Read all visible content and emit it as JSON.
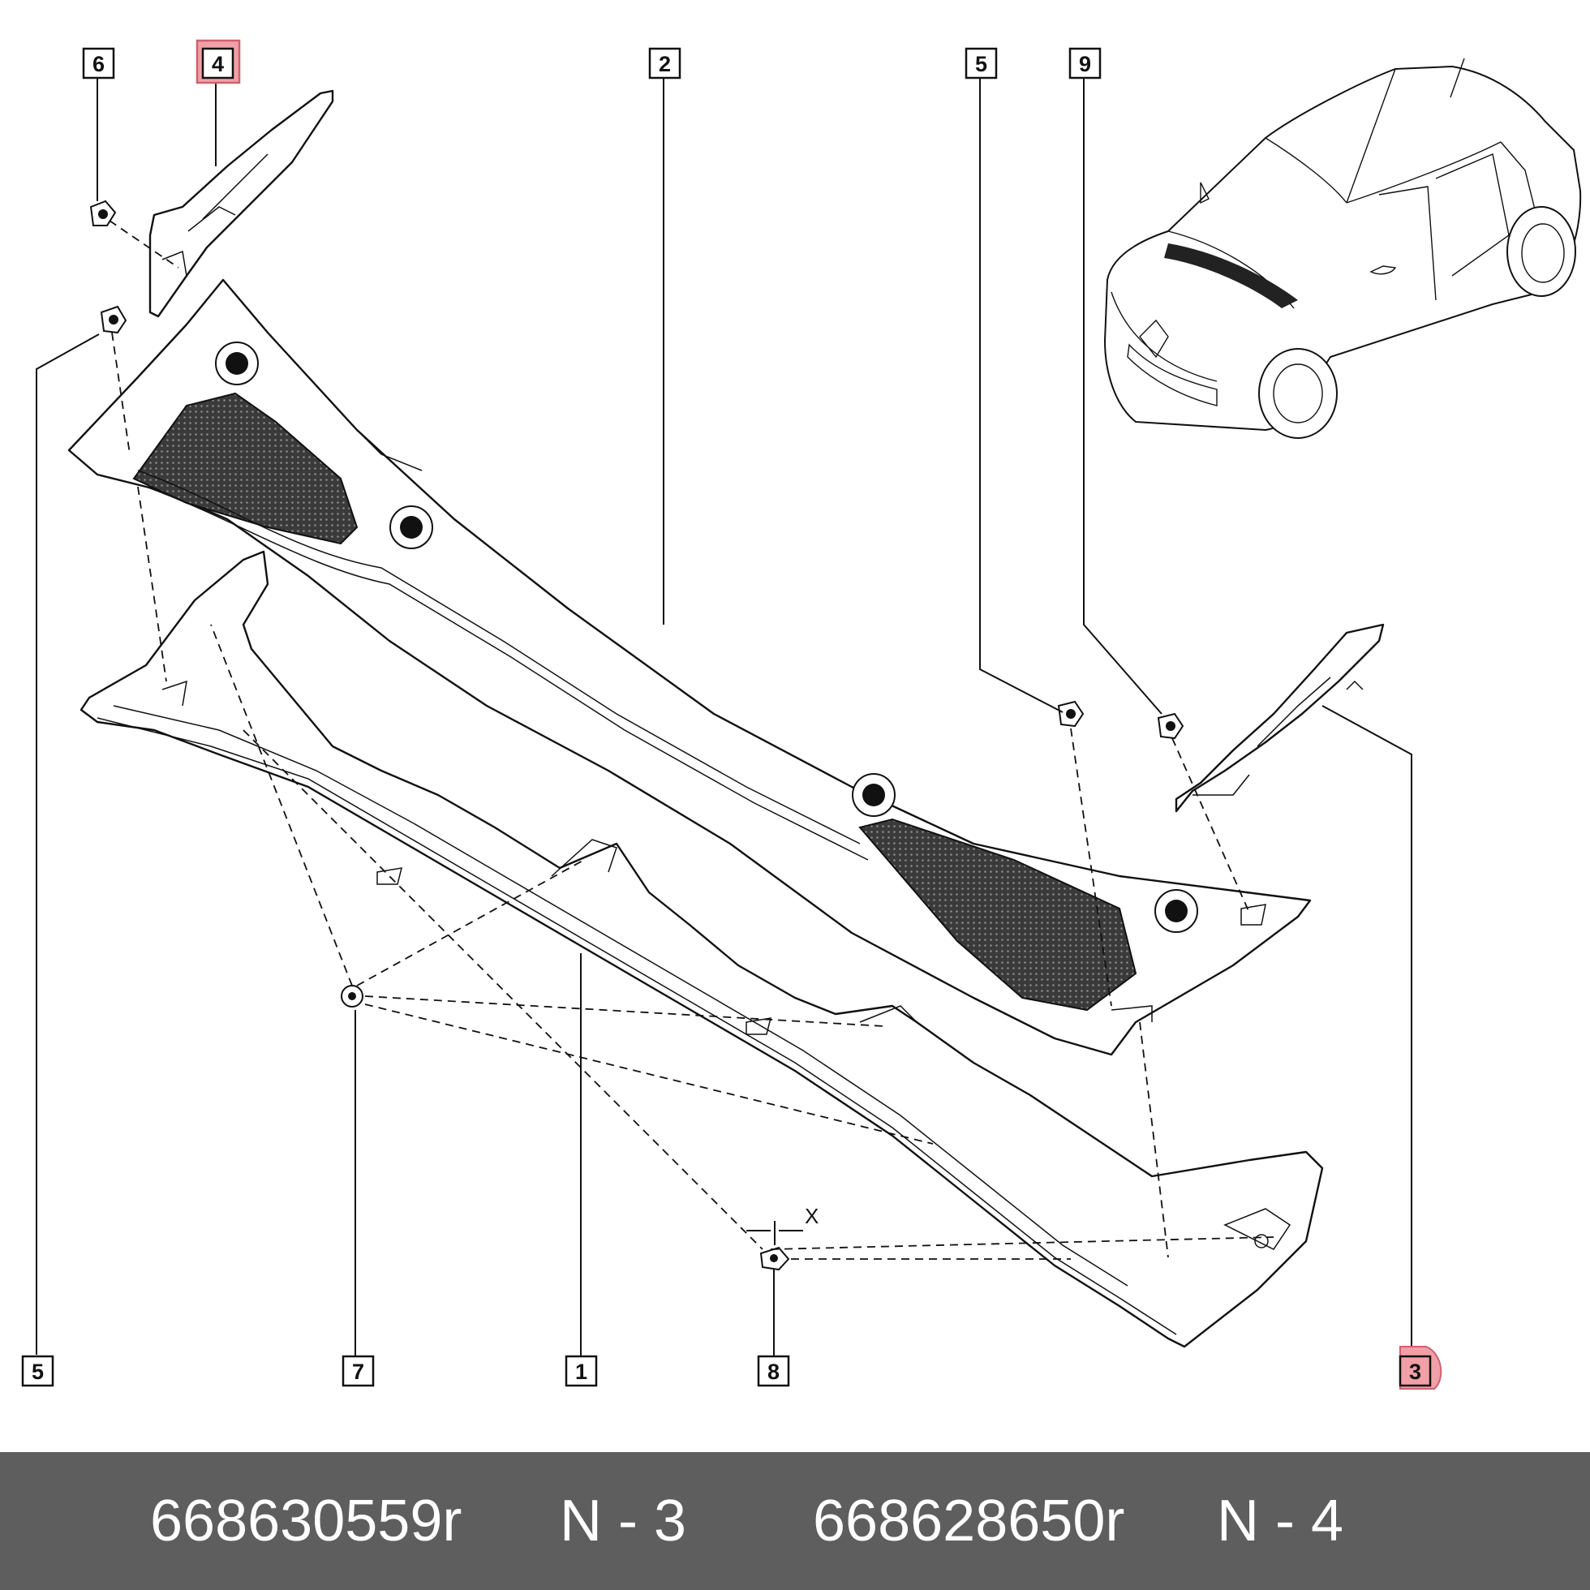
{
  "callouts": {
    "c6": "6",
    "c4": "4",
    "c2": "2",
    "c5_top": "5",
    "c9": "9",
    "c5_left": "5",
    "c7": "7",
    "c1": "1",
    "c8": "8",
    "c3": "3"
  },
  "highlighted_callouts": [
    "4",
    "3"
  ],
  "dimension_label": "X",
  "footer": {
    "part1_number": "668630559r",
    "part1_ref": "N - 3",
    "part2_number": "668628650r",
    "part2_ref": "N - 4"
  },
  "colors": {
    "highlight": "#f0a0a6",
    "footer_background": "#5e5e5e",
    "footer_text": "#ffffff"
  }
}
